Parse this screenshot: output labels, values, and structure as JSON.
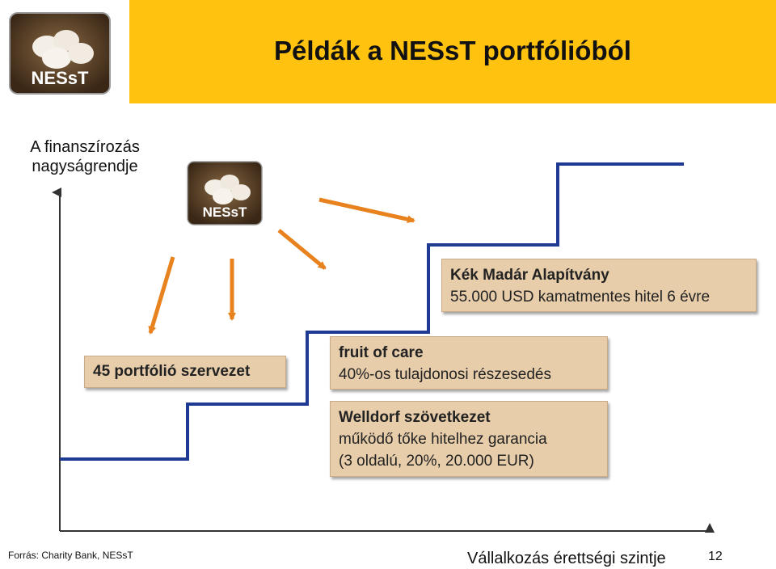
{
  "header": {
    "title": "Példák a NESsT portfólióból",
    "accent_color": "#FFC20E"
  },
  "logo": {
    "text": "NESsT"
  },
  "axis": {
    "label_line1": "A finanszírozás",
    "label_line2": "nagyságrendje"
  },
  "boxes": {
    "portfolio": {
      "line1": "45 portfólió szervezet"
    },
    "fruit": {
      "line1": "fruit of care",
      "line2": "40%-os tulajdonosi részesedés"
    },
    "welldorf": {
      "line1": "Welldorf szövetkezet",
      "line2": "működő tőke hitelhez garancia",
      "line3": "(3 oldalú, 20%, 20.000 EUR)"
    },
    "kekmadar": {
      "line1": "Kék Madár Alapítvány",
      "line2": "55.000 USD kamatmentes hitel 6 évre"
    }
  },
  "footer": {
    "source": "Forrás: Charity Bank, NESsT",
    "title": "Vállalkozás érettségi szintje",
    "page": "12"
  },
  "colors": {
    "staircase": "#1F3A93",
    "arrows": "#E8821E",
    "box_fill": "#E7CDAA"
  }
}
